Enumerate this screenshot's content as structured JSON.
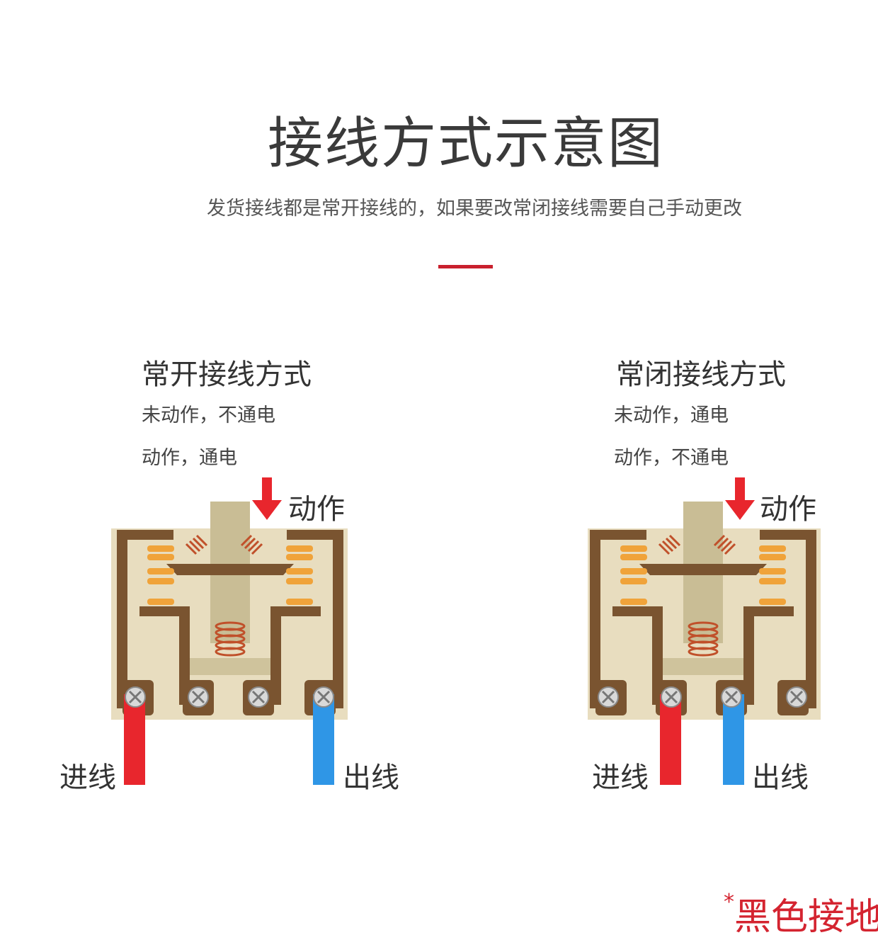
{
  "header": {
    "title": "接线方式示意图",
    "subtitle": "发货接线都是常开接线的，如果要改常闭接线需要自己手动更改"
  },
  "panels": [
    {
      "title": "常开接线方式",
      "line1": "未动作，不通电",
      "line2": "动作，通电",
      "action_label": "动作",
      "in_label": "进线",
      "out_label": "出线"
    },
    {
      "title": "常闭接线方式",
      "line1": "未动作，通电",
      "line2": "动作，不通电",
      "action_label": "动作",
      "in_label": "进线",
      "out_label": "出线"
    }
  ],
  "note": {
    "star": "*",
    "text": "黑色接地"
  },
  "colors": {
    "accent_red": "#c9202d",
    "wire_in": "#e8262d",
    "wire_out": "#2f96e6",
    "body_bg": "#e8ddbf",
    "frame": "#7a5430",
    "contact": "#f0a33a",
    "plunger": "#c9bd95"
  }
}
